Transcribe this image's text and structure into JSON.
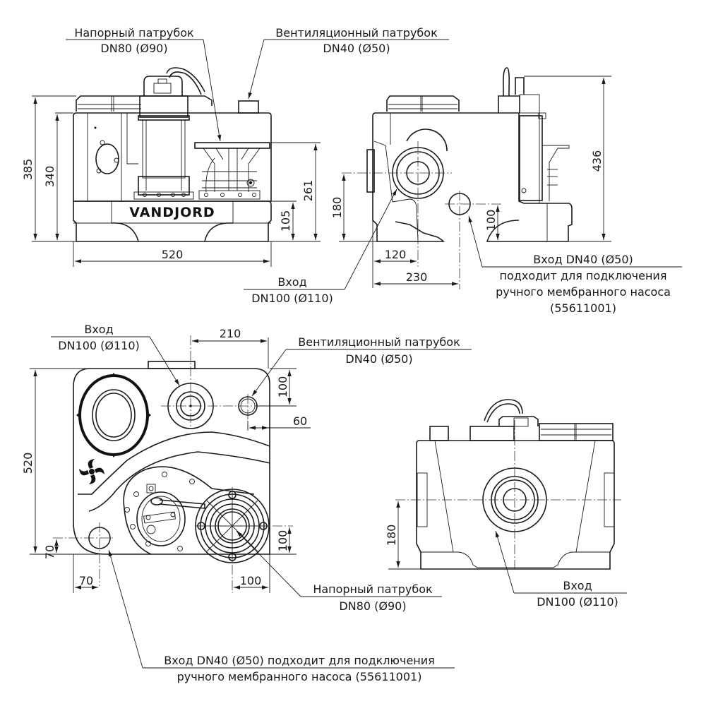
{
  "brand": "VANDJORD",
  "views": {
    "front": {
      "labels": {
        "pressure_outlet": {
          "title": "Напорный патрубок",
          "size": "DN80 (Ø90)"
        },
        "vent_outlet": {
          "title": "Вентиляционный патрубок",
          "size": "DN40 (Ø50)"
        }
      },
      "dimensions": {
        "overall_height": "385",
        "body_height": "340",
        "outlet_height": "261",
        "base_height": "105",
        "width": "520"
      }
    },
    "side": {
      "labels": {
        "inlet_main": {
          "title": "Вход",
          "size": "DN100 (Ø110)"
        },
        "inlet_small": {
          "line1": "Вход DN40 (Ø50)",
          "line2": "подходит для подключения",
          "line3": "ручного мембранного насоса",
          "line4": "(55611001)"
        }
      },
      "dimensions": {
        "inlet_height": "180",
        "small_inlet_height": "100",
        "inlet_offset": "120",
        "small_inlet_offset": "230",
        "overall_height": "436"
      }
    },
    "top": {
      "labels": {
        "inlet_main": {
          "title": "Вход",
          "size": "DN100 (Ø110)"
        },
        "vent_outlet": {
          "title": "Вентиляционный патрубок",
          "size": "DN40 (Ø50)"
        },
        "pressure_outlet": {
          "title": "Напорный патрубок",
          "size": "DN80 (Ø90)"
        },
        "inlet_small": {
          "line1": "Вход DN40 (Ø50) подходит для подключения",
          "line2": "ручного мембранного насоса (55611001)"
        }
      },
      "dimensions": {
        "inlet_spacing": "210",
        "vent_from_top": "100",
        "vent_from_side": "60",
        "depth": "520",
        "small_inlet_from_bottom": "70",
        "small_inlet_from_side": "70",
        "outlet_from_side": "100",
        "outlet_from_bottom": "100"
      }
    },
    "rear": {
      "labels": {
        "inlet_main": {
          "title": "Вход",
          "size": "DN100 (Ø110)"
        }
      },
      "dimensions": {
        "inlet_height": "180"
      }
    }
  }
}
